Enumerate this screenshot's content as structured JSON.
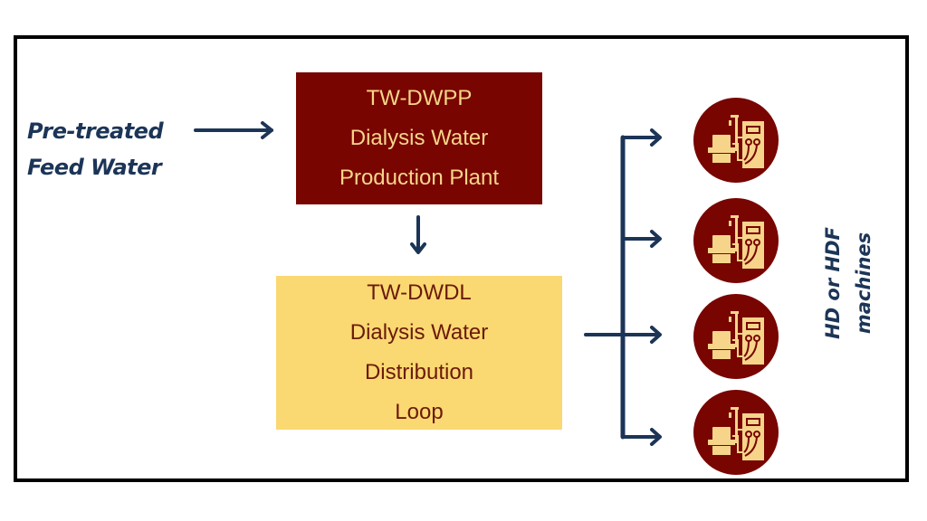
{
  "diagram": {
    "input": {
      "lines": [
        "Pre-treated",
        "Feed Water"
      ]
    },
    "plant": {
      "lines": [
        "TW-DWPP",
        "Dialysis Water",
        "Production Plant"
      ],
      "fill": "#780500",
      "text_color": "#f6d58a"
    },
    "loop": {
      "lines": [
        "TW-DWDL",
        "Dialysis Water",
        "Distribution",
        "Loop"
      ],
      "fill": "#fad872",
      "text_color": "#6b1a0a"
    },
    "machines": {
      "label_lines": [
        "HD or HDF",
        "machines"
      ],
      "count": 4,
      "icon": "dialysis-machine-icon",
      "icon_bg": "#780500",
      "icon_fg": "#f6d58a"
    },
    "connectors": [
      {
        "from": "input",
        "to": "plant",
        "type": "arrow-right"
      },
      {
        "from": "plant",
        "to": "loop",
        "type": "arrow-down"
      },
      {
        "from": "loop",
        "to": "machines",
        "type": "branch-4"
      }
    ],
    "arrow_color": "#1c3557",
    "frame_color": "#000000"
  }
}
